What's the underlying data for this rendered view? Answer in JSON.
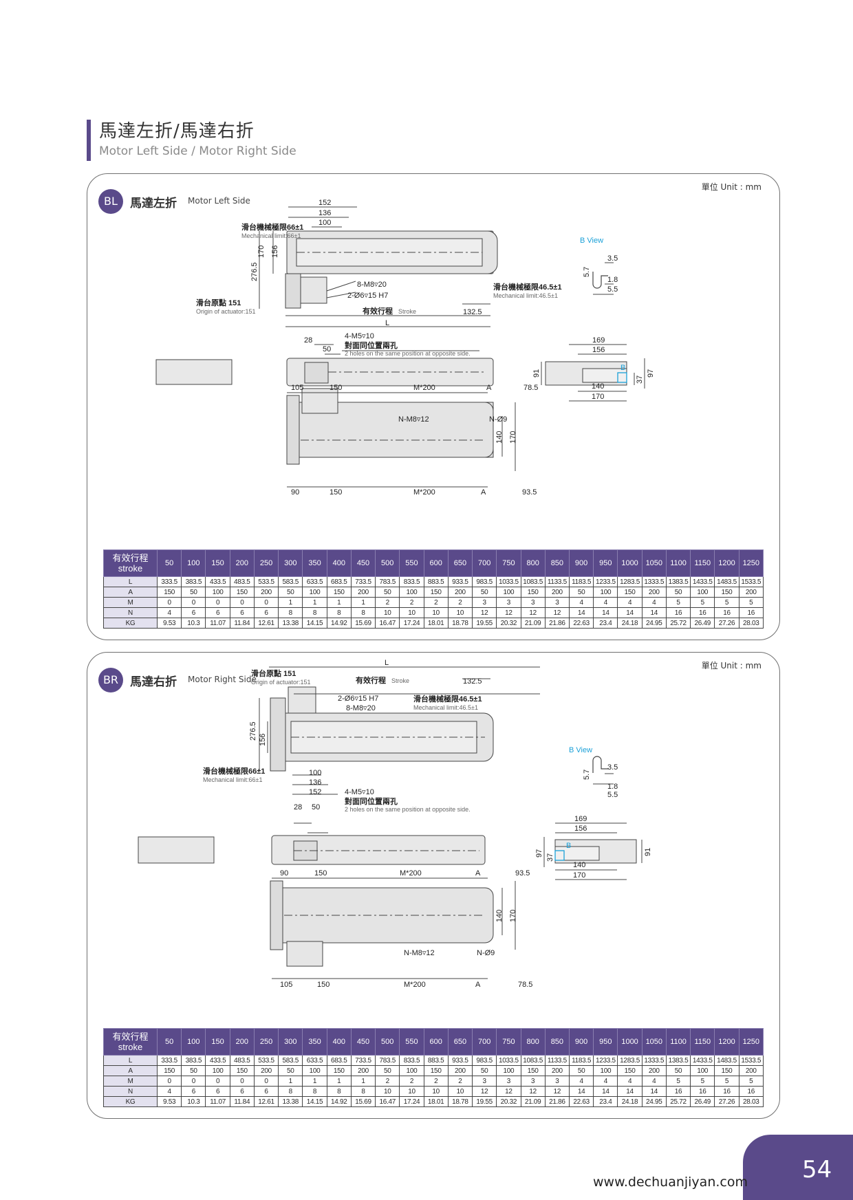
{
  "page": {
    "title_cn": "馬達左折/馬達右折",
    "title_en": "Motor Left Side / Motor Right Side",
    "page_number": "54",
    "url": "www.dechuanjiyan.com"
  },
  "colors": {
    "accent": "#5a4a8a",
    "row_label_bg": "#e3e1ef",
    "b_view": "#1aa0d8"
  },
  "common_labels": {
    "mech_limit_66_cn": "滑台機械極限66±1",
    "mech_limit_66_en": "Mechanical limit:66±1",
    "mech_limit_465_cn": "滑台機械極限46.5±1",
    "mech_limit_465_en": "Mechanical limit:46.5±1",
    "origin_cn": "滑台原點 151",
    "origin_en": "Origin of actuator:151",
    "stroke_cn": "有效行程",
    "stroke_en": "Stroke",
    "holes_cn": "對面同位置兩孔",
    "holes_en": "2 holes on the same position at opposite side.",
    "b_view": "B View",
    "b": "B",
    "m8_20": "8-M8▿20",
    "d6_15": "2-Ø6▿15 H7",
    "m5_10": "4-M5▿10",
    "n_m8_12": "N-M8▿12",
    "n_d9": "N-Ø9",
    "L": "L",
    "M200": "M*200",
    "A": "A",
    "d152": "152",
    "d136": "136",
    "d100": "100",
    "d170": "170",
    "d156": "156",
    "d2765": "276.5",
    "d1325": "132.5",
    "d28": "28",
    "d50": "50",
    "d169": "169",
    "d140": "140",
    "d91": "91",
    "d97": "97",
    "d37": "37",
    "d35": "3.5",
    "d57": "5.7",
    "d18": "1.8",
    "d55": "5.5",
    "d105": "105",
    "d150": "150",
    "d785": "78.5",
    "d90": "90",
    "d935": "93.5"
  },
  "sections": [
    {
      "badge": "BL",
      "title_cn": "馬達左折",
      "title_en": "Motor Left Side",
      "unit": "單位 Unit : mm"
    },
    {
      "badge": "BR",
      "title_cn": "馬達右折",
      "title_en": "Motor Right Side",
      "unit": "單位 Unit : mm"
    }
  ],
  "table": {
    "header_cn": "有效行程",
    "header_en": "stroke",
    "strokes": [
      "50",
      "100",
      "150",
      "200",
      "250",
      "300",
      "350",
      "400",
      "450",
      "500",
      "550",
      "600",
      "650",
      "700",
      "750",
      "800",
      "850",
      "900",
      "950",
      "1000",
      "1050",
      "1100",
      "1150",
      "1200",
      "1250"
    ],
    "rows": [
      {
        "label": "L",
        "values": [
          "333.5",
          "383.5",
          "433.5",
          "483.5",
          "533.5",
          "583.5",
          "633.5",
          "683.5",
          "733.5",
          "783.5",
          "833.5",
          "883.5",
          "933.5",
          "983.5",
          "1033.5",
          "1083.5",
          "1133.5",
          "1183.5",
          "1233.5",
          "1283.5",
          "1333.5",
          "1383.5",
          "1433.5",
          "1483.5",
          "1533.5"
        ]
      },
      {
        "label": "A",
        "values": [
          "150",
          "50",
          "100",
          "150",
          "200",
          "50",
          "100",
          "150",
          "200",
          "50",
          "100",
          "150",
          "200",
          "50",
          "100",
          "150",
          "200",
          "50",
          "100",
          "150",
          "200",
          "50",
          "100",
          "150",
          "200"
        ]
      },
      {
        "label": "M",
        "values": [
          "0",
          "0",
          "0",
          "0",
          "0",
          "1",
          "1",
          "1",
          "1",
          "2",
          "2",
          "2",
          "2",
          "3",
          "3",
          "3",
          "3",
          "4",
          "4",
          "4",
          "4",
          "5",
          "5",
          "5",
          "5"
        ]
      },
      {
        "label": "N",
        "values": [
          "4",
          "6",
          "6",
          "6",
          "6",
          "8",
          "8",
          "8",
          "8",
          "10",
          "10",
          "10",
          "10",
          "12",
          "12",
          "12",
          "12",
          "14",
          "14",
          "14",
          "14",
          "16",
          "16",
          "16",
          "16"
        ]
      },
      {
        "label": "KG",
        "values": [
          "9.53",
          "10.3",
          "11.07",
          "11.84",
          "12.61",
          "13.38",
          "14.15",
          "14.92",
          "15.69",
          "16.47",
          "17.24",
          "18.01",
          "18.78",
          "19.55",
          "20.32",
          "21.09",
          "21.86",
          "22.63",
          "23.4",
          "24.18",
          "24.95",
          "25.72",
          "26.49",
          "27.26",
          "28.03"
        ]
      }
    ]
  }
}
